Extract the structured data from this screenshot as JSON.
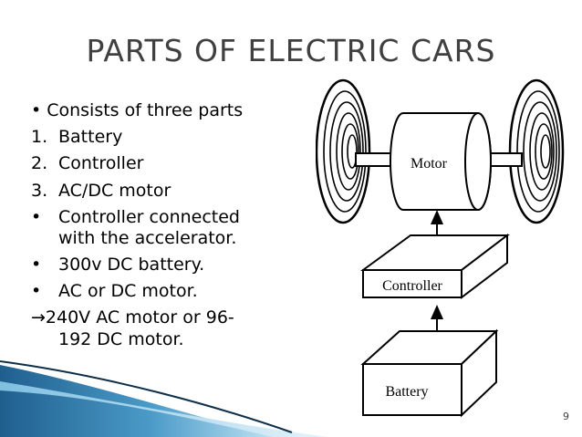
{
  "slide": {
    "title": "PARTS OF ELECTRIC CARS",
    "number": "9"
  },
  "content": {
    "intro_bullet": "•",
    "intro": "Consists of three parts",
    "numbered": [
      {
        "num": "1.",
        "text": "Battery"
      },
      {
        "num": "2.",
        "text": "Controller"
      },
      {
        "num": "3.",
        "text": "AC/DC motor"
      }
    ],
    "bullets": [
      {
        "mark": "•",
        "lines": [
          "Controller connected",
          "with the accelerator."
        ]
      },
      {
        "mark": "•",
        "lines": [
          "300v DC battery."
        ]
      },
      {
        "mark": "•",
        "lines": [
          "AC or DC motor."
        ]
      }
    ],
    "arrow_mark": "→",
    "arrow_lines": [
      "240V AC motor or 96-",
      "192 DC motor."
    ]
  },
  "diagram": {
    "motor_label": "Motor",
    "controller_label": "Controller",
    "battery_label": "Battery"
  },
  "colors": {
    "title": "#404040",
    "swoosh_dark": "#1f5f8e",
    "swoosh_light": "#7fbfe0"
  }
}
